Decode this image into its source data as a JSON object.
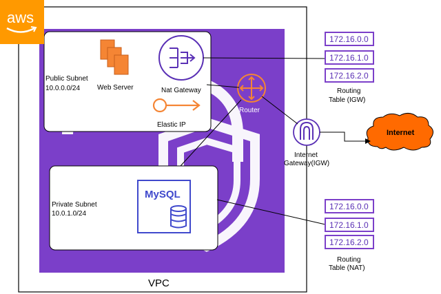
{
  "logo": {
    "text": "aws",
    "color": "#FF9900"
  },
  "vpc": {
    "label": "VPC",
    "fill": "#7B3FC9"
  },
  "public_subnet": {
    "title": "Public Subnet",
    "cidr": "10.0.0.0/24"
  },
  "private_subnet": {
    "title": "Private Subnet",
    "cidr": "10.0.1.0/24"
  },
  "web_server": {
    "label": "Web Server",
    "color": "#F58534"
  },
  "nat_gateway": {
    "label": "Nat Gateway",
    "color": "#5A30B5"
  },
  "elastic_ip": {
    "label": "Elastic IP",
    "color": "#F58534"
  },
  "router": {
    "label": "Router",
    "color": "#F58534"
  },
  "database": {
    "label": "MySQL",
    "color": "#3F48CC"
  },
  "internet_gateway": {
    "label_line1": "Internet",
    "label_line2": "Gateway(IGW)",
    "color": "#5A30B5"
  },
  "internet": {
    "label": "Internet",
    "color": "#FF6A00"
  },
  "routing_table_igw": {
    "entries": [
      "172.16.0.0",
      "172.16.1.0",
      "172.16.2.0"
    ],
    "label_line1": "Routing",
    "label_line2": "Table (IGW)"
  },
  "routing_table_nat": {
    "entries": [
      "172.16.0.0",
      "172.16.1.0",
      "172.16.2.0"
    ],
    "label_line1": "Routing",
    "label_line2": "Table (NAT)"
  },
  "routing_entry_color": "#7B3FC9"
}
